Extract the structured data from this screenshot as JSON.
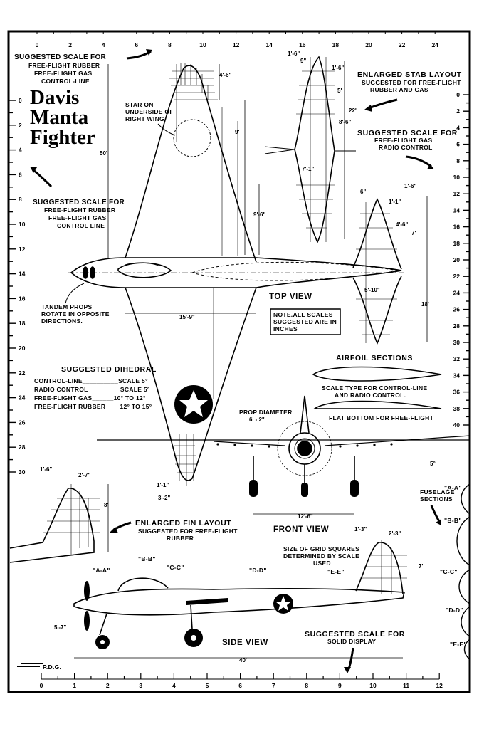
{
  "title": {
    "line1": "Davis",
    "line2": "Manta",
    "line3": "Fighter"
  },
  "notes": {
    "suggested_scale_1": [
      "SUGGESTED SCALE FOR",
      "FREE-FLIGHT RUBBER",
      "FREE-FLIGHT GAS",
      "CONTROL-LINE"
    ],
    "suggested_scale_2": [
      "SUGGESTED SCALE FOR",
      "FREE-FLIGHT RUBBER",
      "FREE-FLIGHT GAS",
      "CONTROL LINE"
    ],
    "enlarged_stab": [
      "ENLARGED STAB LAYOUT",
      "SUGGESTED FOR FREE-FLIGHT",
      "RUBBER AND GAS"
    ],
    "suggested_scale_rc": [
      "SUGGESTED SCALE FOR",
      "FREE-FLIGHT GAS",
      "RADIO CONTROL"
    ],
    "star": [
      "STAR ON",
      "UNDERSIDE OF",
      "RIGHT WING"
    ],
    "tandem": [
      "TANDEM PROPS",
      "ROTATE IN OPPOSITE",
      "DIRECTIONS."
    ],
    "top_view": "TOP VIEW",
    "note_scales": [
      "NOTE.ALL SCALES",
      "SUGGESTED ARE IN",
      "INCHES"
    ],
    "airfoil_title": "AIRFOIL SECTIONS",
    "airfoil_1": [
      "SCALE TYPE FOR CONTROL-LINE",
      "AND RADIO CONTROL."
    ],
    "airfoil_2": "FLAT BOTTOM FOR FREE-FLIGHT",
    "dihedral_title": "SUGGESTED DIHEDRAL",
    "dihedral_rows": [
      "CONTROL-LINE__________SCALE 5°",
      "RADIO CONTROL_________SCALE 5°",
      "FREE-FLIGHT GAS______10° TO 12°",
      "FREE-FLIGHT RUBBER____12° TO 15°"
    ],
    "prop_diameter": [
      "PROP DIAMETER",
      "6' - 2\""
    ],
    "fuselage_sections": [
      "FUSELAGE",
      "SECTIONS"
    ],
    "enlarged_fin": [
      "ENLARGED FIN LAYOUT",
      "SUGGESTED FOR FREE-FLIGHT",
      "RUBBER"
    ],
    "front_view": "FRONT VIEW",
    "grid_size": [
      "SIZE OF GRID SQUARES",
      "DETERMINED BY SCALE",
      "USED"
    ],
    "side_view": "SIDE VIEW",
    "solid_display": [
      "SUGGESTED SCALE FOR",
      "SOLID DISPLAY"
    ],
    "signature": "P.D.G."
  },
  "sections": [
    "\"A-A\"",
    "\"B-B\"",
    "\"C-C\"",
    "\"D-D\"",
    "\"E-E\""
  ],
  "dimensions": {
    "d_4_6": "4'-6\"",
    "d_9": "9'",
    "d_50": "50'",
    "d_9_6": "9'-6\"",
    "d_15_9": "15'-9\"",
    "d_1_6": "1'-6\"",
    "d_9in": "9\"",
    "d_5": "5'",
    "d_22": "22'",
    "d_8_6": "8'-6\"",
    "d_7_1": "7'-1\"",
    "d_6in": "6\"",
    "d_1_1": "1'-1\"",
    "d_4_6b": "4'-6\"",
    "d_7": "7'",
    "d_5_10": "5'-10\"",
    "d_18": "18'",
    "d_1_1b": "1'-1\"",
    "d_3_2": "3'-2\"",
    "d_5deg": "5°",
    "d_12_6": "12'-6\"",
    "d_1_6b": "1'-6\"",
    "d_2_7": "2'-7\"",
    "d_8": "8'",
    "d_1_3": "1'-3\"",
    "d_2_3": "2'-3\"",
    "d_7b": "7'",
    "d_5_7": "5'-7\"",
    "d_40": "40'"
  },
  "scales": {
    "top": [
      "0",
      "2",
      "4",
      "6",
      "8",
      "10",
      "12",
      "14",
      "16",
      "18",
      "20",
      "22",
      "24"
    ],
    "left": [
      "0",
      "2",
      "4",
      "6",
      "8",
      "10",
      "12",
      "14",
      "16",
      "18",
      "20",
      "22",
      "24",
      "26",
      "28",
      "30"
    ],
    "right": [
      "0",
      "2",
      "4",
      "6",
      "8",
      "10",
      "12",
      "14",
      "16",
      "18",
      "20",
      "22",
      "24",
      "26",
      "28",
      "30",
      "32",
      "34",
      "36",
      "38",
      "40"
    ],
    "bottom": [
      "0",
      "1",
      "2",
      "3",
      "4",
      "5",
      "6",
      "7",
      "8",
      "9",
      "10",
      "11",
      "12"
    ]
  },
  "colors": {
    "ink": "#000000",
    "paper": "#ffffff"
  },
  "icons": [
    "star-insignia-icon",
    "arrow-icon"
  ]
}
